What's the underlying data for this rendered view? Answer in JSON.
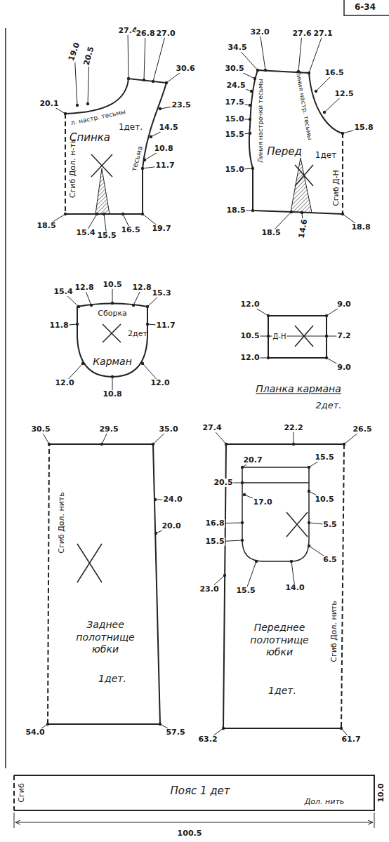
{
  "diagram": {
    "nodes": [
      {
        "text": [
          "Спинка",
          "1дет.",
          "Сгиб Дол. н-ть",
          "л. настр. тесьмы",
          "тесьма"
        ]
      },
      {
        "text": [
          "Перед",
          "1дет",
          "Сгиб Д-Н",
          "Линия настрочки тесьмы",
          "Линия настр. тесьмы"
        ]
      },
      {
        "text": [
          "Сборка",
          "2дет",
          "Карман"
        ]
      },
      {
        "text": [
          "Д-Н",
          "Планка кармана",
          "2дет."
        ]
      },
      {
        "text": [
          "Сгиб Дол. нить",
          "Заднее полотнище юбки",
          "1дет."
        ]
      },
      {
        "text": [
          "Сгиб Дол. нить",
          "Переднее полотнище юбки",
          "1дет."
        ]
      },
      {
        "text": [
          "Сгиб",
          "Пояс 1 дет",
          "Дол. нить"
        ]
      }
    ],
    "labels": [
      "6-34",
      "20.1",
      "19.0",
      "20.5",
      "27.4",
      "26.8",
      "27.0",
      "30.6",
      "23.5",
      "14.5",
      "10.8",
      "11.7",
      "18.5",
      "15.4",
      "15.5",
      "16.5",
      "19.7",
      "34.5",
      "32.0",
      "27.6",
      "27.1",
      "30.5",
      "24.5",
      "17.5",
      "15.0",
      "15.5",
      "16.5",
      "12.5",
      "15.8",
      "15.0",
      "18.5",
      "18.5",
      "14.6",
      "18.8",
      "15.4",
      "12.8",
      "10.5",
      "12.8",
      "15.3",
      "11.8",
      "11.7",
      "12.0",
      "12.0",
      "10.8",
      "12.0",
      "10.5",
      "12.0",
      "9.0",
      "7.2",
      "9.0",
      "30.5",
      "29.5",
      "35.0",
      "24.0",
      "20.0",
      "54.0",
      "57.5",
      "27.4",
      "22.2",
      "26.5",
      "20.7",
      "20.5",
      "15.5",
      "10.5",
      "17.0",
      "5.5",
      "16.8",
      "15.5",
      "6.5",
      "23.0",
      "15.5",
      "14.0",
      "63.2",
      "61.7",
      "10.0",
      "100.5"
    ]
  }
}
